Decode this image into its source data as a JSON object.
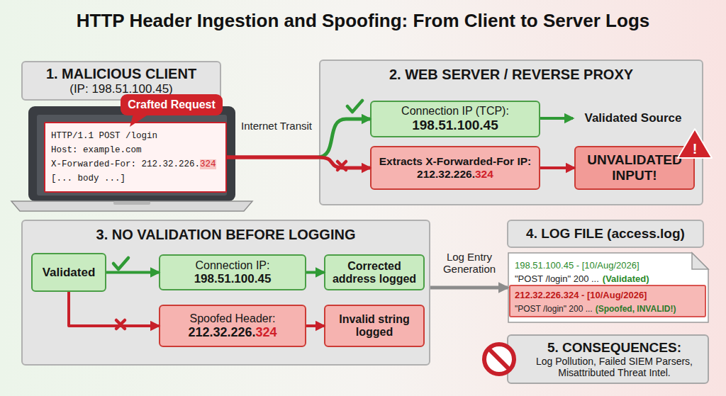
{
  "diagram": {
    "title": "HTTP Header Ingestion and Spoofing: From Client to Server Logs",
    "nodes": [
      {
        "text": [
          "1. MALICIOUS CLIENT",
          "(IP: 198.51.100.45)"
        ]
      },
      {
        "text": [
          "Crafted Request"
        ]
      },
      {
        "text": [
          "HTTP/1.1 POST /login",
          "Host: example.com",
          "X-Forwarded-For: 212.32.226.324",
          "[... body ...]"
        ]
      },
      {
        "text": [
          "2. WEB SERVER / REVERSE PROXY"
        ]
      },
      {
        "text": [
          "Connection IP (TCP):",
          "198.51.100.45"
        ],
        "in": 3
      },
      {
        "text": [
          "Validated Source"
        ],
        "in": 3
      },
      {
        "text": [
          "Extracts X-Forwarded-For IP: 212.32.226.324"
        ],
        "in": 3
      },
      {
        "text": [
          "UNVALIDATED INPUT!"
        ],
        "in": 3
      },
      {
        "text": [
          "3. NO VALIDATION BEFORE LOGGING"
        ]
      },
      {
        "text": [
          "Validated"
        ],
        "in": 8
      },
      {
        "text": [
          "Connection IP:",
          "198.51.100.45"
        ],
        "in": 8
      },
      {
        "text": [
          "Corrected address logged"
        ],
        "in": 8
      },
      {
        "text": [
          "Spoofed Header:",
          "212.32.226.324"
        ],
        "in": 8
      },
      {
        "text": [
          "Invalid string logged"
        ],
        "in": 8
      },
      {
        "text": [
          "4. LOG FILE (access.log)"
        ]
      },
      {
        "text": [
          "198.51.100.45 - [10/Aug/2026]",
          "\"POST /login\" 200 ...",
          "(Validated)"
        ]
      },
      {
        "text": [
          "212.32.226.324 - [10/Aug/2026]",
          "\"POST /login\" 200 ...",
          "(Spoofed, INVALID!)"
        ],
        "in": 15
      },
      {
        "text": [
          "5. CONSEQUENCES:",
          "Log Pollution, Failed SIEM Parsers, Misattributed Threat Intel."
        ]
      }
    ],
    "edges": [
      {
        "from": 2,
        "to": 4,
        "label": "Internet Transit",
        "arrow": "to"
      },
      {
        "from": 2,
        "to": 6,
        "arrow": "to"
      },
      {
        "from": 4,
        "to": 5,
        "arrow": "to"
      },
      {
        "from": 6,
        "to": 7,
        "arrow": "to"
      },
      {
        "from": 9,
        "to": 10,
        "arrow": "to"
      },
      {
        "from": 10,
        "to": 11,
        "arrow": "to"
      },
      {
        "from": 9,
        "to": 12,
        "arrow": "to"
      },
      {
        "from": 12,
        "to": 13,
        "arrow": "to"
      },
      {
        "from": 8,
        "to": 15,
        "label": "Log Entry Generation",
        "arrow": "to"
      }
    ],
    "labels": [
      "!"
    ]
  }
}
